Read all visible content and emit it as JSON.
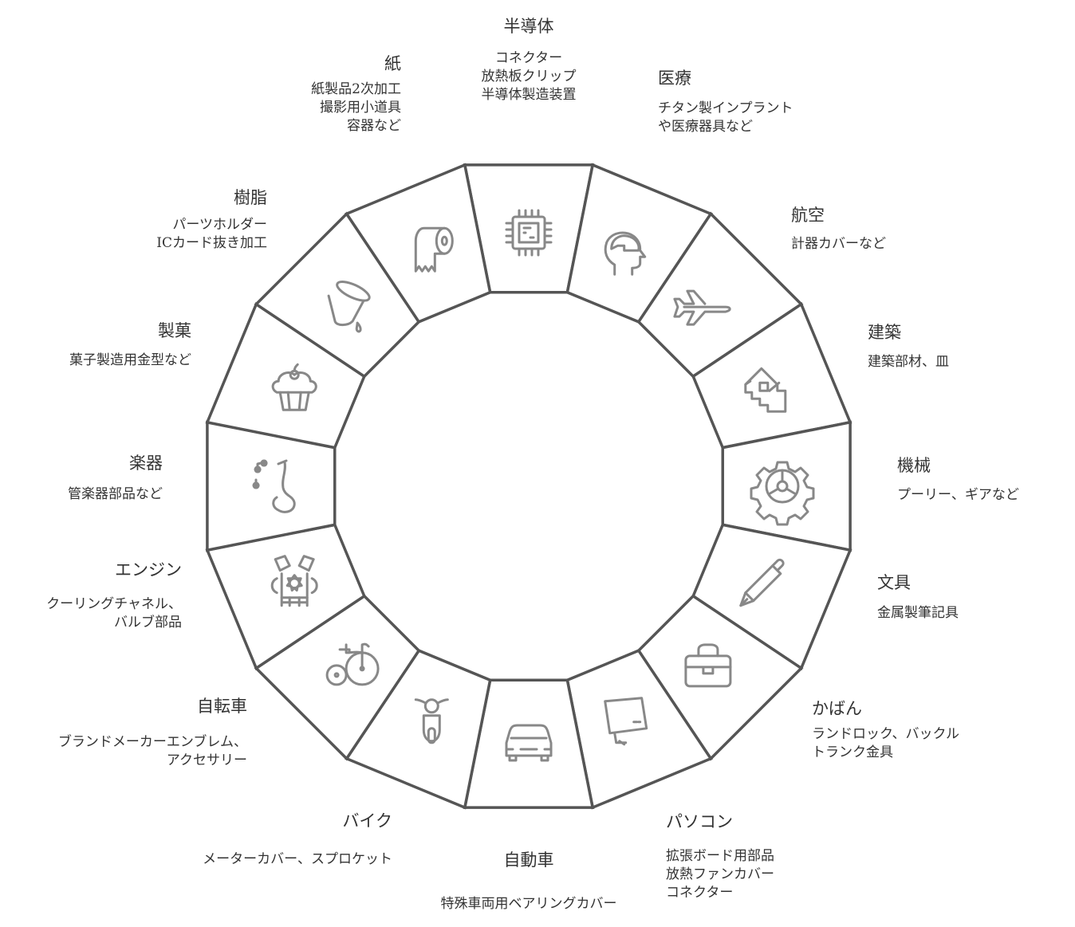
{
  "colors": {
    "outline": "#555555",
    "icon": "#888888",
    "text": "#333333"
  },
  "segments": [
    {
      "title": "半導体",
      "desc": [
        "コネクター",
        "放熱板クリップ",
        "半導体製造装置"
      ],
      "icon": "microchip-icon"
    },
    {
      "title": "医療",
      "desc": [
        "チタン製インプラント",
        "や医療器具など"
      ],
      "icon": "head-brain-icon"
    },
    {
      "title": "航空",
      "desc": [
        "計器カバーなど"
      ],
      "icon": "airplane-icon"
    },
    {
      "title": "建築",
      "desc": [
        "建築部材、皿"
      ],
      "icon": "house-icon"
    },
    {
      "title": "機械",
      "desc": [
        "プーリー、ギアなど"
      ],
      "icon": "gear-icon"
    },
    {
      "title": "文具",
      "desc": [
        "金属製筆記具"
      ],
      "icon": "fountain-pen-icon"
    },
    {
      "title": "かばん",
      "desc": [
        "ランドロック、バックル",
        "トランク金具"
      ],
      "icon": "bag-icon"
    },
    {
      "title": "パソコン",
      "desc": [
        "拡張ボード用部品",
        "放熱ファンカバー",
        "コネクター"
      ],
      "icon": "monitor-icon"
    },
    {
      "title": "自動車",
      "desc": [
        "特殊車両用ベアリングカバー"
      ],
      "icon": "car-icon"
    },
    {
      "title": "バイク",
      "desc": [
        "メーターカバー、スプロケット"
      ],
      "icon": "scooter-icon"
    },
    {
      "title": "自転車",
      "desc": [
        "ブランドメーカーエンブレム、",
        "アクセサリー"
      ],
      "icon": "bicycle-icon"
    },
    {
      "title": "エンジン",
      "desc": [
        "クーリングチャネル、",
        "バルブ部品"
      ],
      "icon": "engine-icon"
    },
    {
      "title": "楽器",
      "desc": [
        "管楽器部品など"
      ],
      "icon": "saxophone-icon"
    },
    {
      "title": "製菓",
      "desc": [
        "菓子製造用金型など"
      ],
      "icon": "cupcake-icon"
    },
    {
      "title": "樹脂",
      "desc": [
        "パーツホルダー",
        "ICカード抜き加工"
      ],
      "icon": "resin-cup-icon"
    },
    {
      "title": "紙",
      "desc": [
        "紙製品2次加工",
        "撮影用小道具",
        "容器など"
      ],
      "icon": "paper-roll-icon"
    }
  ]
}
